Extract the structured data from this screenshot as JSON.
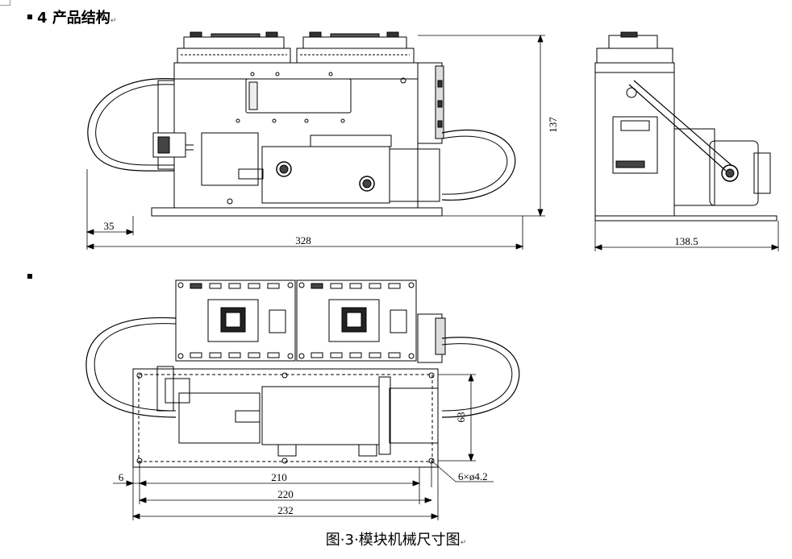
{
  "heading": {
    "number": "4",
    "title": "产品结构",
    "mark": "↵"
  },
  "caption": {
    "label": "图",
    "number": "3",
    "title": "模块机械尺寸图",
    "mark": "↵"
  },
  "dims": {
    "front_height": "137",
    "front_width": "328",
    "front_offset": "35",
    "side_depth": "138.5",
    "top_height": "63",
    "top_offset": "6",
    "top_hole_span": "210",
    "top_inner_width": "220",
    "top_total_width": "232",
    "holes": "6×ø4.2"
  }
}
